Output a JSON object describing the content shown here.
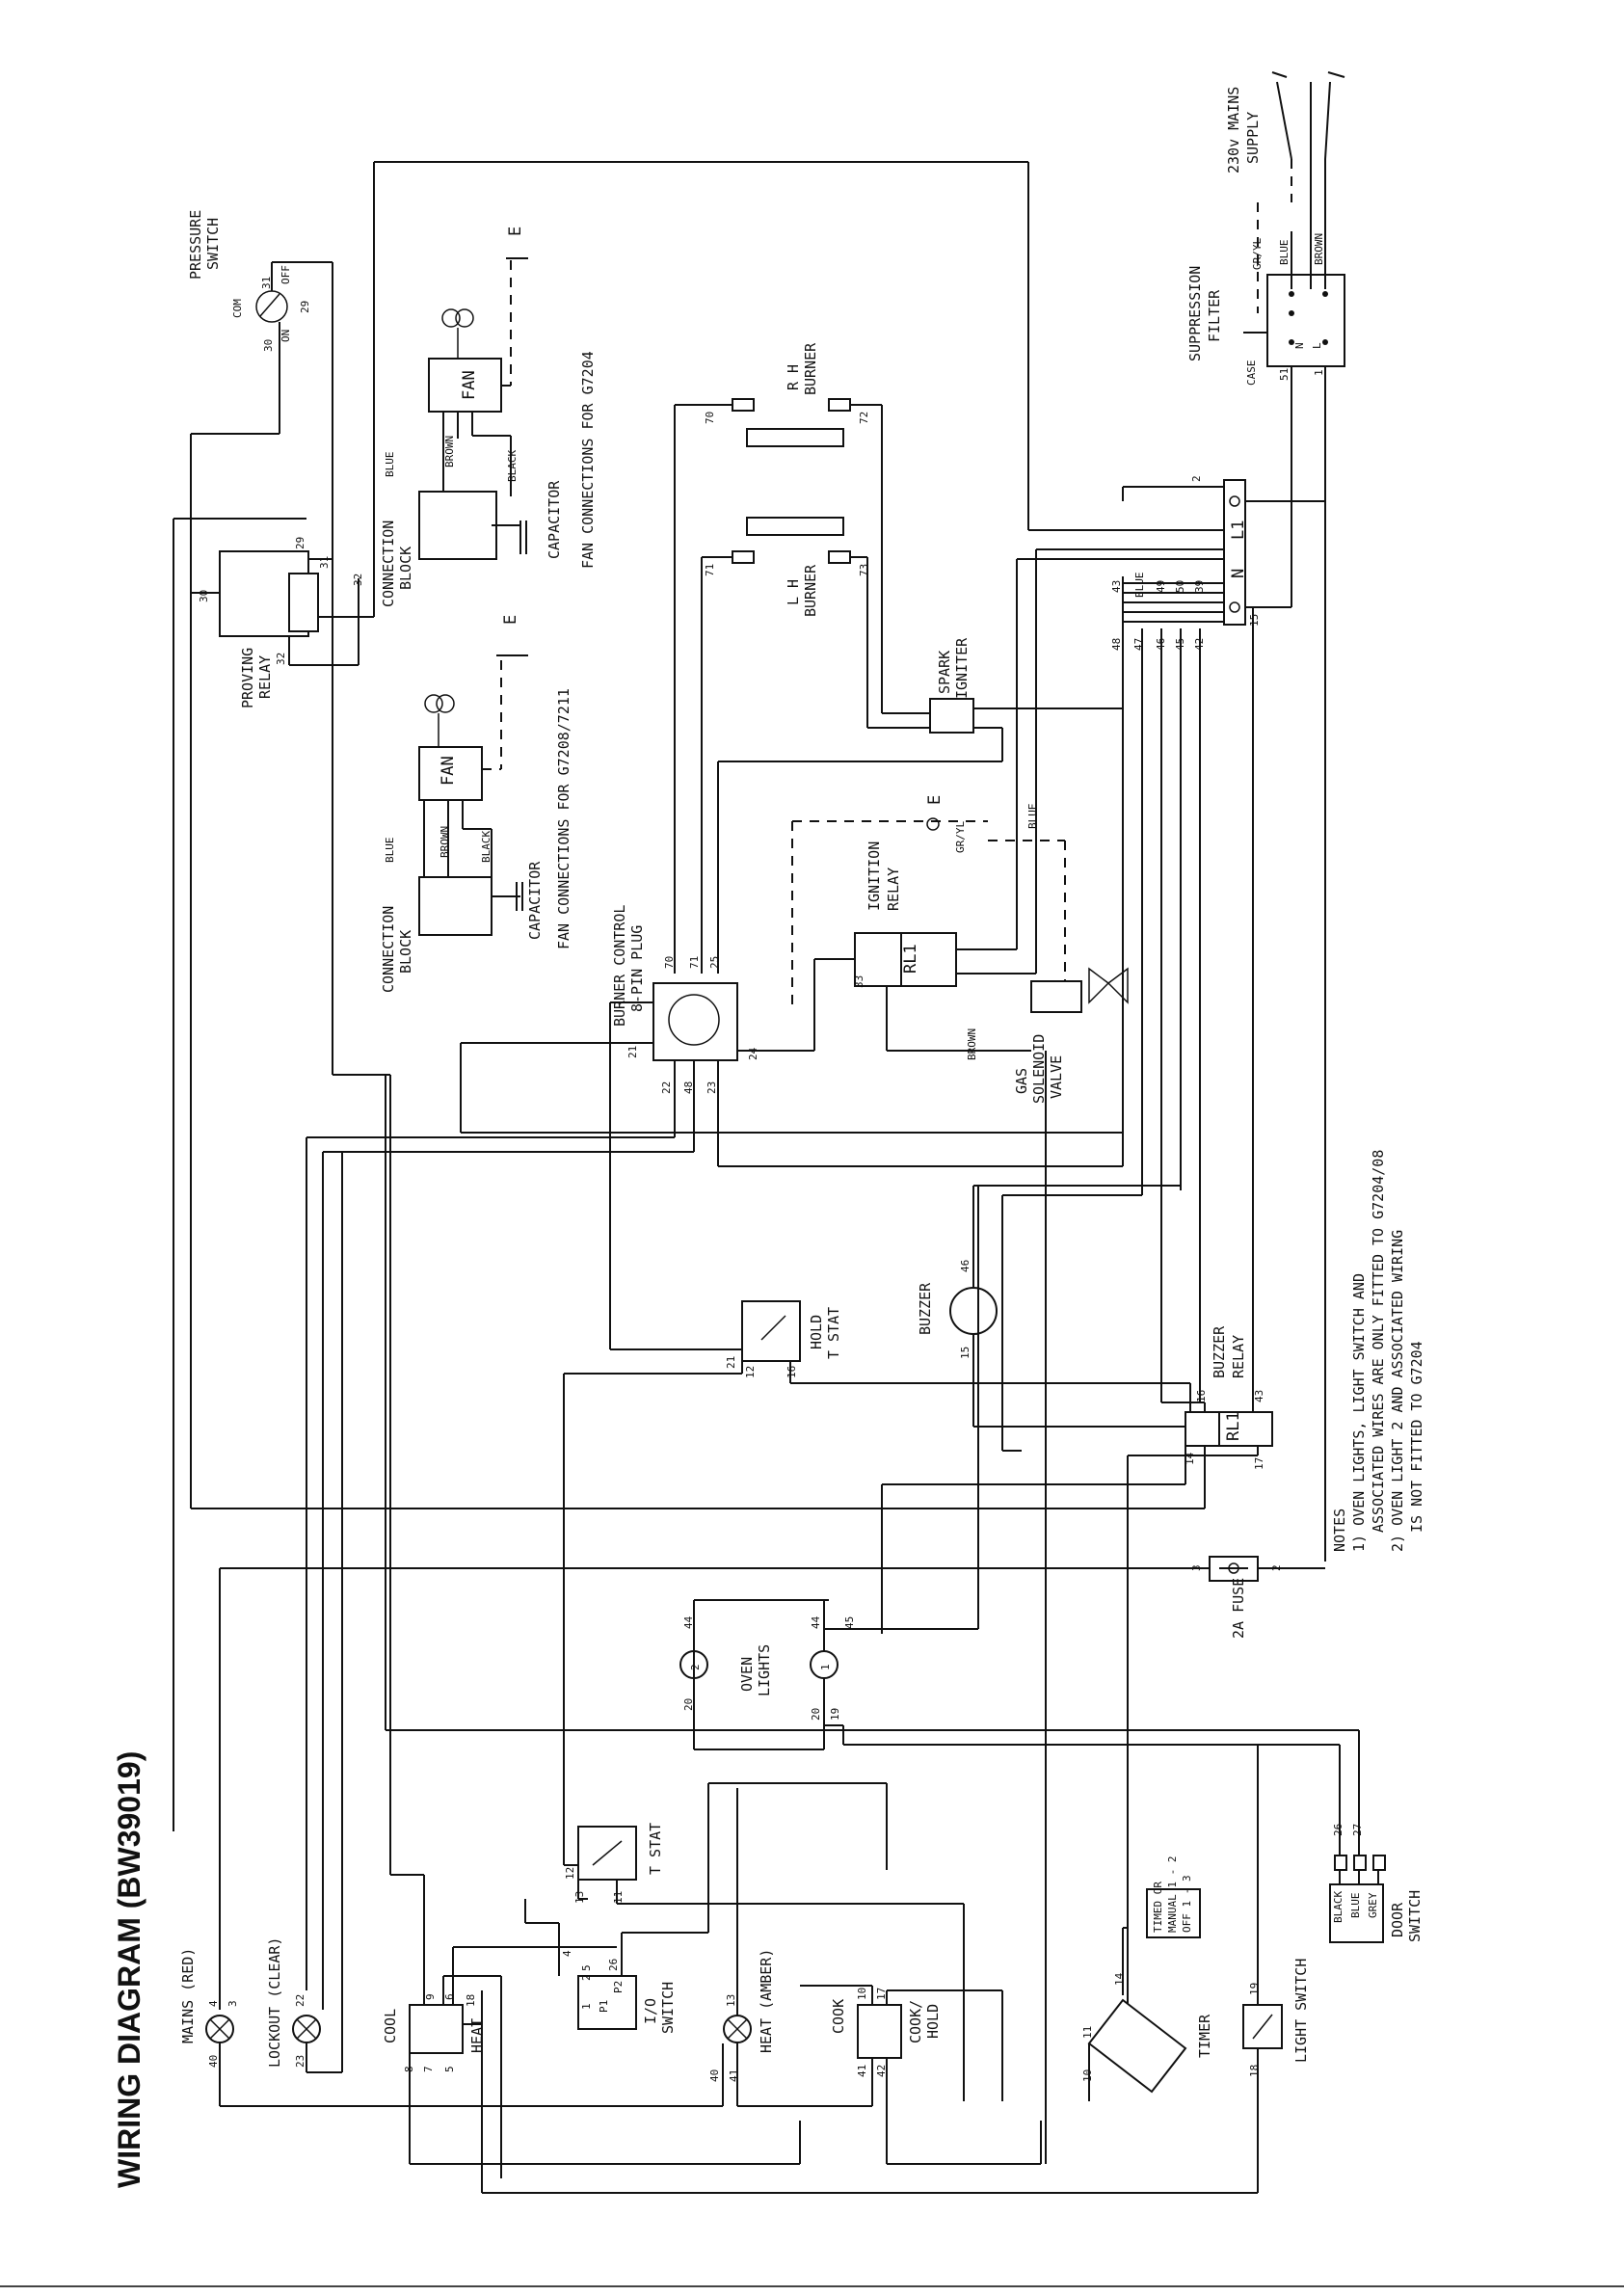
{
  "title": "WIRING DIAGRAM (BW39019)",
  "labels": {
    "mains_supply_1": "230v MAINS",
    "mains_supply_2": "SUPPLY",
    "gr_yl": "GR/YL",
    "blue": "BLUE",
    "brown": "BROWN",
    "black": "BLACK",
    "grey": "GREY",
    "suppression_filter_1": "SUPPRESSION",
    "suppression_filter_2": "FILTER",
    "case": "CASE",
    "pressure_switch_1": "PRESSURE",
    "pressure_switch_2": "SWITCH",
    "com": "COM",
    "on": "ON",
    "off": "OFF",
    "proving_relay_1": "PROVING",
    "proving_relay_2": "RELAY",
    "fan": "FAN",
    "connection_block_1": "CONNECTION",
    "connection_block_2": "BLOCK",
    "capacitor": "CAPACITOR",
    "fan_conn_g7204": "FAN CONNECTIONS FOR G7204",
    "fan_conn_g7208": "FAN CONNECTIONS FOR G7208/7211",
    "earth": "E",
    "rh_burner_1": "R H",
    "rh_burner_2": "BURNER",
    "lh_burner_1": "L H",
    "lh_burner_2": "BURNER",
    "spark_igniter_1": "SPARK",
    "spark_igniter_2": "IGNITER",
    "ignition_relay_1": "IGNITION",
    "ignition_relay_2": "RELAY",
    "rl1": "RL1",
    "burner_control_1": "BURNER CONTROL",
    "burner_control_2": "8-PIN PLUG",
    "gas_valve_1": "GAS",
    "gas_valve_2": "SOLENOID",
    "gas_valve_3": "VALVE",
    "hold_tstat_1": "HOLD",
    "hold_tstat_2": "T STAT",
    "buzzer": "BUZZER",
    "buzzer_relay_1": "BUZZER",
    "buzzer_relay_2": "RELAY",
    "oven_lights_1": "OVEN",
    "oven_lights_2": "LIGHTS",
    "fuse": "2A FUSE",
    "mains_red": "MAINS (RED)",
    "lockout_clear": "LOCKOUT (CLEAR)",
    "cool": "COOL",
    "heat": "HEAT",
    "io_switch_1": "I/O",
    "io_switch_2": "SWITCH",
    "heat_amber": "HEAT (AMBER)",
    "tstat": "T STAT",
    "cook": "COOK",
    "cook_hold_1": "COOK/",
    "cook_hold_2": "HOLD",
    "timer": "TIMER",
    "timer_note_1": "TIMED OR",
    "timer_note_2": "MANUAL 1 - 2",
    "timer_note_3": "OFF  1 - 3",
    "light_switch": "LIGHT SWITCH",
    "door_switch_1": "DOOR",
    "door_switch_2": "SWITCH",
    "l1": "L1",
    "n": "N",
    "l": "L",
    "p1": "P1",
    "p2": "P2"
  },
  "notes": {
    "heading": "NOTES",
    "line1": "1) OVEN LIGHTS, LIGHT SWITCH AND",
    "line2": "ASSOCIATED WIRES ARE ONLY FITTED TO G7204/08",
    "line3": "2) OVEN LIGHT 2 AND ASSOCIATED WIRING",
    "line4": "IS NOT FITTED TO G7204"
  },
  "wire_numbers": {
    "n70": "70",
    "n72": "72",
    "n71": "71",
    "n73": "73",
    "n25": "25",
    "n21": "21",
    "n22": "22",
    "n23": "23",
    "n24": "24",
    "n48": "48",
    "n43": "43",
    "n49": "49",
    "n50": "50",
    "n39": "39",
    "n47": "47",
    "n46": "46",
    "n45": "45",
    "n42": "42",
    "n51": "51",
    "n1": "1",
    "n2": "2",
    "n15": "15",
    "n16": "16",
    "n17": "17",
    "n12": "12",
    "n44": "44",
    "n20": "20",
    "n19": "19",
    "n18": "18",
    "n3": "3",
    "n4": "4",
    "n40": "40",
    "n41": "41",
    "n9": "9",
    "n6": "6",
    "n8": "8",
    "n7": "7",
    "n5": "5",
    "n26": "26",
    "n27": "27",
    "n13": "13",
    "n11": "11",
    "n10": "10",
    "n14": "14",
    "n29": "29",
    "n30": "30",
    "n31": "31",
    "n32": "32",
    "n33": "33"
  }
}
